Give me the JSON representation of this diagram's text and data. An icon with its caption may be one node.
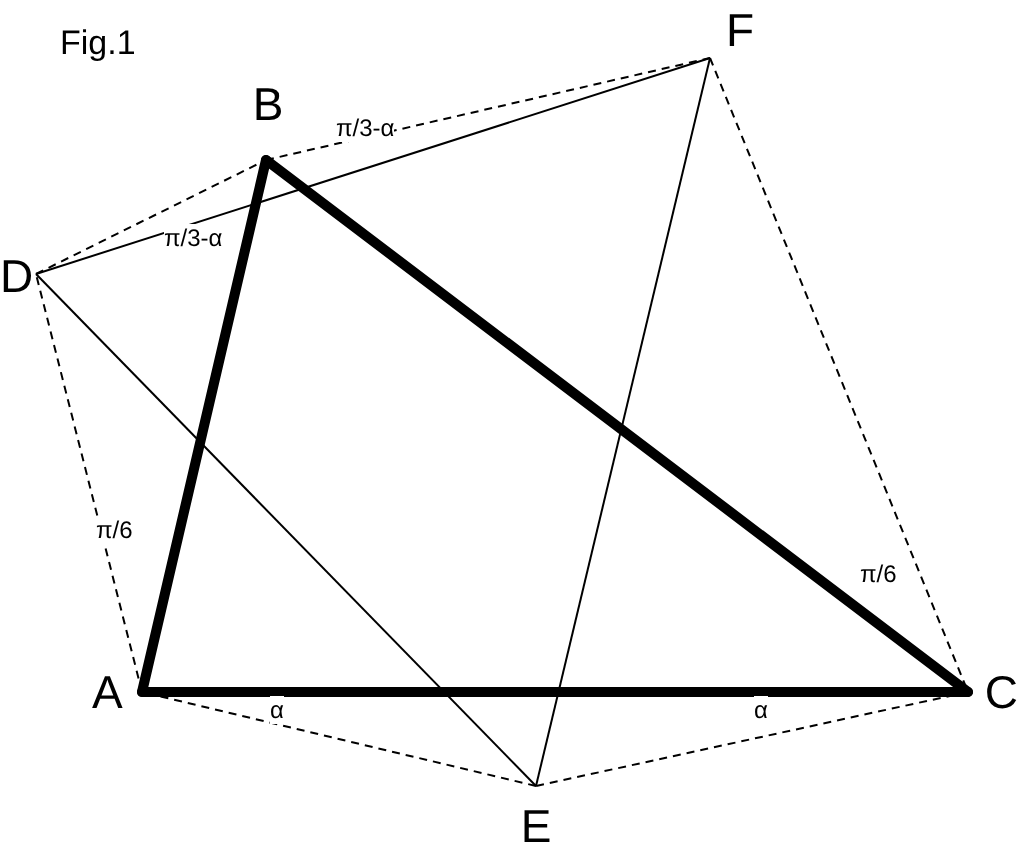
{
  "diagram": {
    "title": "Fig.1",
    "nodes": [
      {
        "text": [
          "A"
        ]
      },
      {
        "text": [
          "B"
        ]
      },
      {
        "text": [
          "C"
        ]
      },
      {
        "text": [
          "D"
        ]
      },
      {
        "text": [
          "E"
        ]
      },
      {
        "text": [
          "F"
        ]
      }
    ],
    "edges": [
      {
        "from": 0,
        "to": 1,
        "arrow": "none",
        "style": "thick"
      },
      {
        "from": 1,
        "to": 2,
        "arrow": "none",
        "style": "thick"
      },
      {
        "from": 2,
        "to": 0,
        "arrow": "none",
        "style": "thick"
      },
      {
        "from": 3,
        "to": 4,
        "arrow": "none"
      },
      {
        "from": 4,
        "to": 5,
        "arrow": "none"
      },
      {
        "from": 3,
        "to": 5,
        "arrow": "none"
      },
      {
        "from": 3,
        "to": 1,
        "arrow": "none",
        "style": "dashed"
      },
      {
        "from": 1,
        "to": 5,
        "arrow": "none",
        "style": "dashed"
      },
      {
        "from": 5,
        "to": 2,
        "arrow": "none",
        "style": "dashed"
      },
      {
        "from": 2,
        "to": 4,
        "arrow": "none",
        "style": "dashed"
      },
      {
        "from": 4,
        "to": 0,
        "arrow": "none",
        "style": "dashed"
      },
      {
        "from": 0,
        "to": 3,
        "arrow": "none",
        "style": "dashed"
      }
    ],
    "labels": [
      "π/3-α",
      "π/3-α",
      "π/6",
      "π/6",
      "α",
      "α"
    ]
  }
}
